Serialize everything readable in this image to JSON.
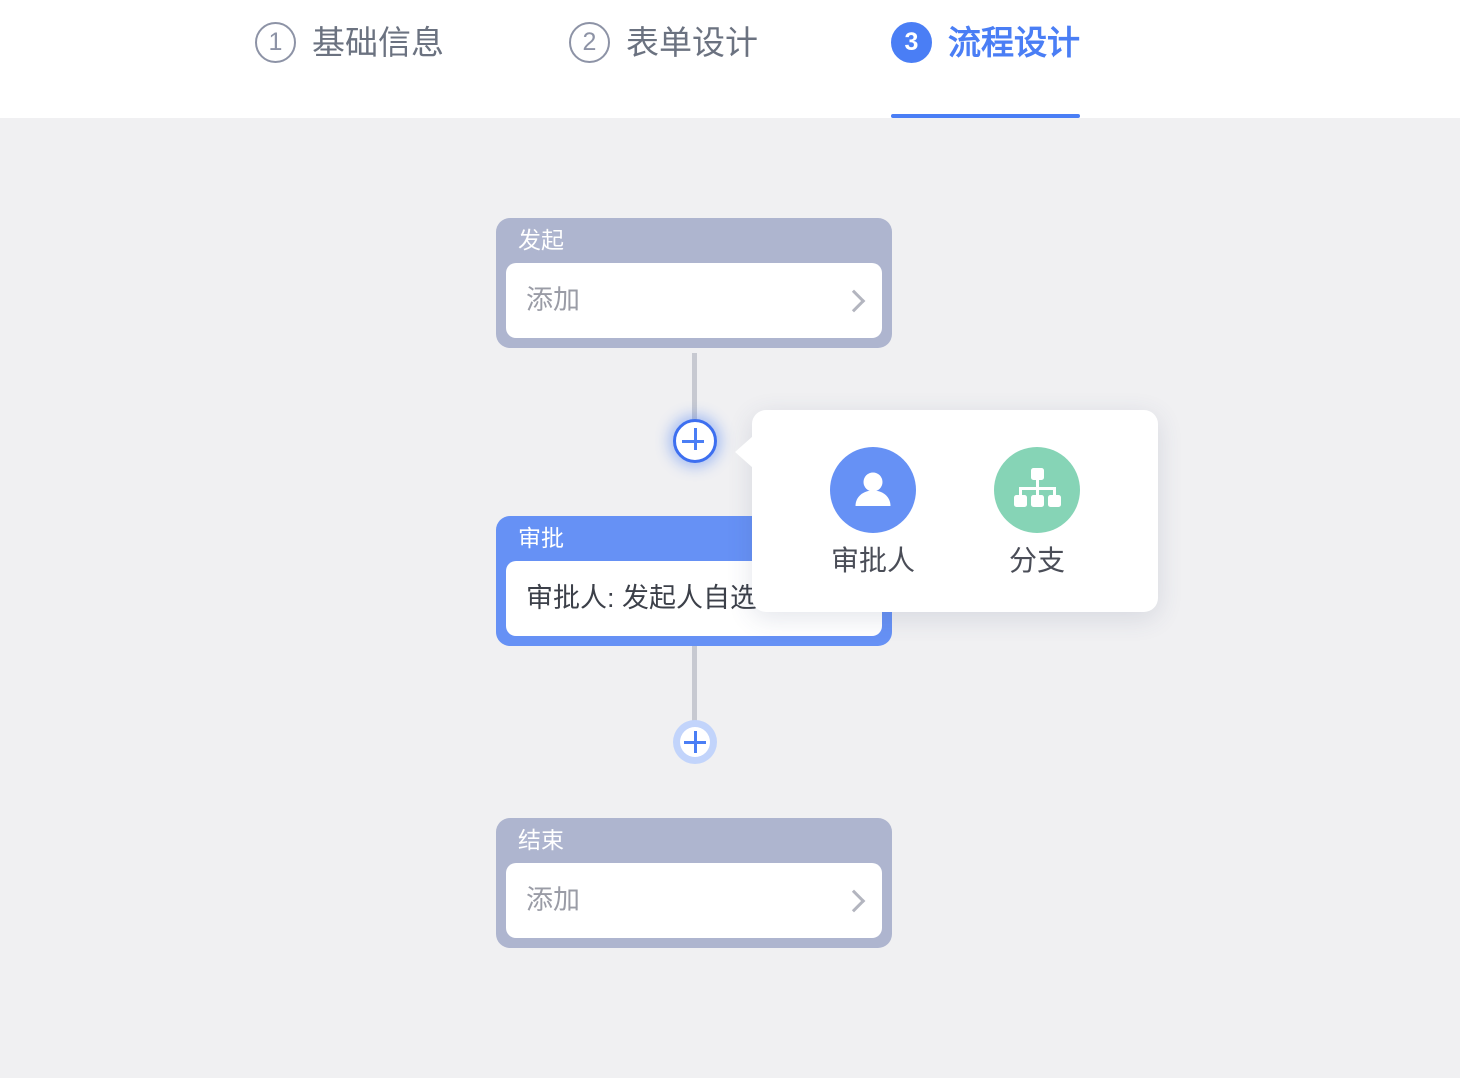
{
  "stepper": {
    "steps": [
      {
        "number": "1",
        "label": "基础信息",
        "state": "inactive"
      },
      {
        "number": "2",
        "label": "表单设计",
        "state": "inactive"
      },
      {
        "number": "3",
        "label": "流程设计",
        "state": "active"
      }
    ],
    "active_color": "#4a7ef5",
    "inactive_color": "#6b7280"
  },
  "flow": {
    "nodes": [
      {
        "title": "发起",
        "body": "添加",
        "type": "muted",
        "header_color": "#aeb5cf",
        "trailing_icon": "chevron-right-icon"
      },
      {
        "title": "审批",
        "body": "审批人: 发起人自选",
        "type": "primary",
        "header_color": "#6691f5",
        "trailing_icon": ""
      },
      {
        "title": "结束",
        "body": "添加",
        "type": "muted",
        "header_color": "#aeb5cf",
        "trailing_icon": "chevron-right-icon"
      }
    ],
    "add_buttons": [
      {
        "name": "add-node-button-1",
        "state": "active",
        "icon": "plus-icon"
      },
      {
        "name": "add-node-button-2",
        "state": "idle",
        "icon": "plus-icon"
      }
    ],
    "connector_color": "#c7c9d1"
  },
  "popup": {
    "items": [
      {
        "label": "审批人",
        "icon": "person-icon",
        "color": "#6691f5"
      },
      {
        "label": "分支",
        "icon": "branch-icon",
        "color": "#86d4b6"
      }
    ]
  },
  "theme": {
    "background": "#f0f0f2",
    "header_background": "#ffffff",
    "accent": "#4a7ef5"
  }
}
